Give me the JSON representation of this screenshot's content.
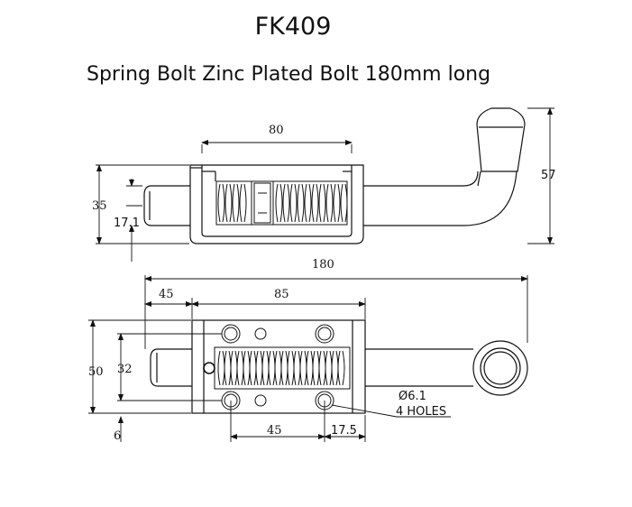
{
  "header": {
    "part_number": "FK409",
    "description": "Spring Bolt Zinc Plated Bolt 180mm long"
  },
  "drawing": {
    "side_view": {
      "dim_spring_width": "80",
      "dim_body_height": "35",
      "dim_bolt_offset": "17.1",
      "dim_handle_height": "57"
    },
    "top_view": {
      "dim_total_length": "180",
      "dim_bolt_extension": "45",
      "dim_plate_length": "85",
      "dim_plate_width": "50",
      "dim_hole_spacing_v": "32",
      "dim_plate_thickness": "6",
      "dim_hole_spacing_h": "45",
      "dim_hole_edge": "17.5",
      "hole_diameter": "Ø6.1",
      "hole_count": "4 HOLES"
    }
  }
}
